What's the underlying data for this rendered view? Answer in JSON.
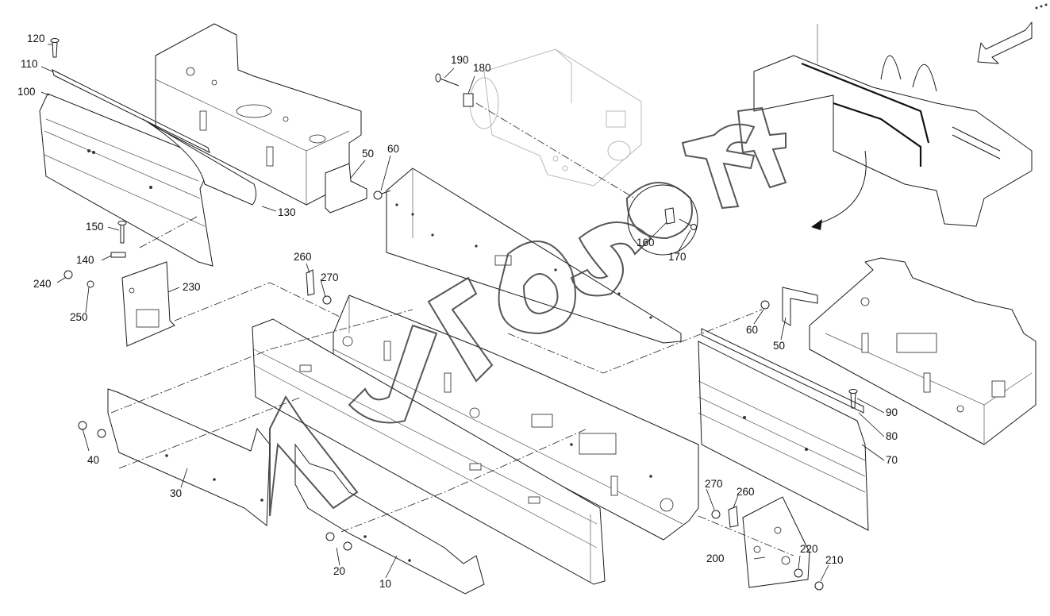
{
  "watermark": "AutoSoft",
  "callouts": [
    {
      "id": "c120",
      "text": "120"
    },
    {
      "id": "c110",
      "text": "110"
    },
    {
      "id": "c100",
      "text": "100"
    },
    {
      "id": "c130",
      "text": "130"
    },
    {
      "id": "c50a",
      "text": "50"
    },
    {
      "id": "c60a",
      "text": "60"
    },
    {
      "id": "c190",
      "text": "190"
    },
    {
      "id": "c180",
      "text": "180"
    },
    {
      "id": "c150",
      "text": "150"
    },
    {
      "id": "c140",
      "text": "140"
    },
    {
      "id": "c240",
      "text": "240"
    },
    {
      "id": "c230",
      "text": "230"
    },
    {
      "id": "c250",
      "text": "250"
    },
    {
      "id": "c260a",
      "text": "260"
    },
    {
      "id": "c270a",
      "text": "270"
    },
    {
      "id": "c160",
      "text": "160"
    },
    {
      "id": "c170",
      "text": "170"
    },
    {
      "id": "c60b",
      "text": "60"
    },
    {
      "id": "c50b",
      "text": "50"
    },
    {
      "id": "c90",
      "text": "90"
    },
    {
      "id": "c80",
      "text": "80"
    },
    {
      "id": "c70",
      "text": "70"
    },
    {
      "id": "c40",
      "text": "40"
    },
    {
      "id": "c30",
      "text": "30"
    },
    {
      "id": "c20",
      "text": "20"
    },
    {
      "id": "c10",
      "text": "10"
    },
    {
      "id": "c270b",
      "text": "270"
    },
    {
      "id": "c260b",
      "text": "260"
    },
    {
      "id": "c200",
      "text": "200"
    },
    {
      "id": "c220",
      "text": "220"
    },
    {
      "id": "c210",
      "text": "210"
    }
  ]
}
